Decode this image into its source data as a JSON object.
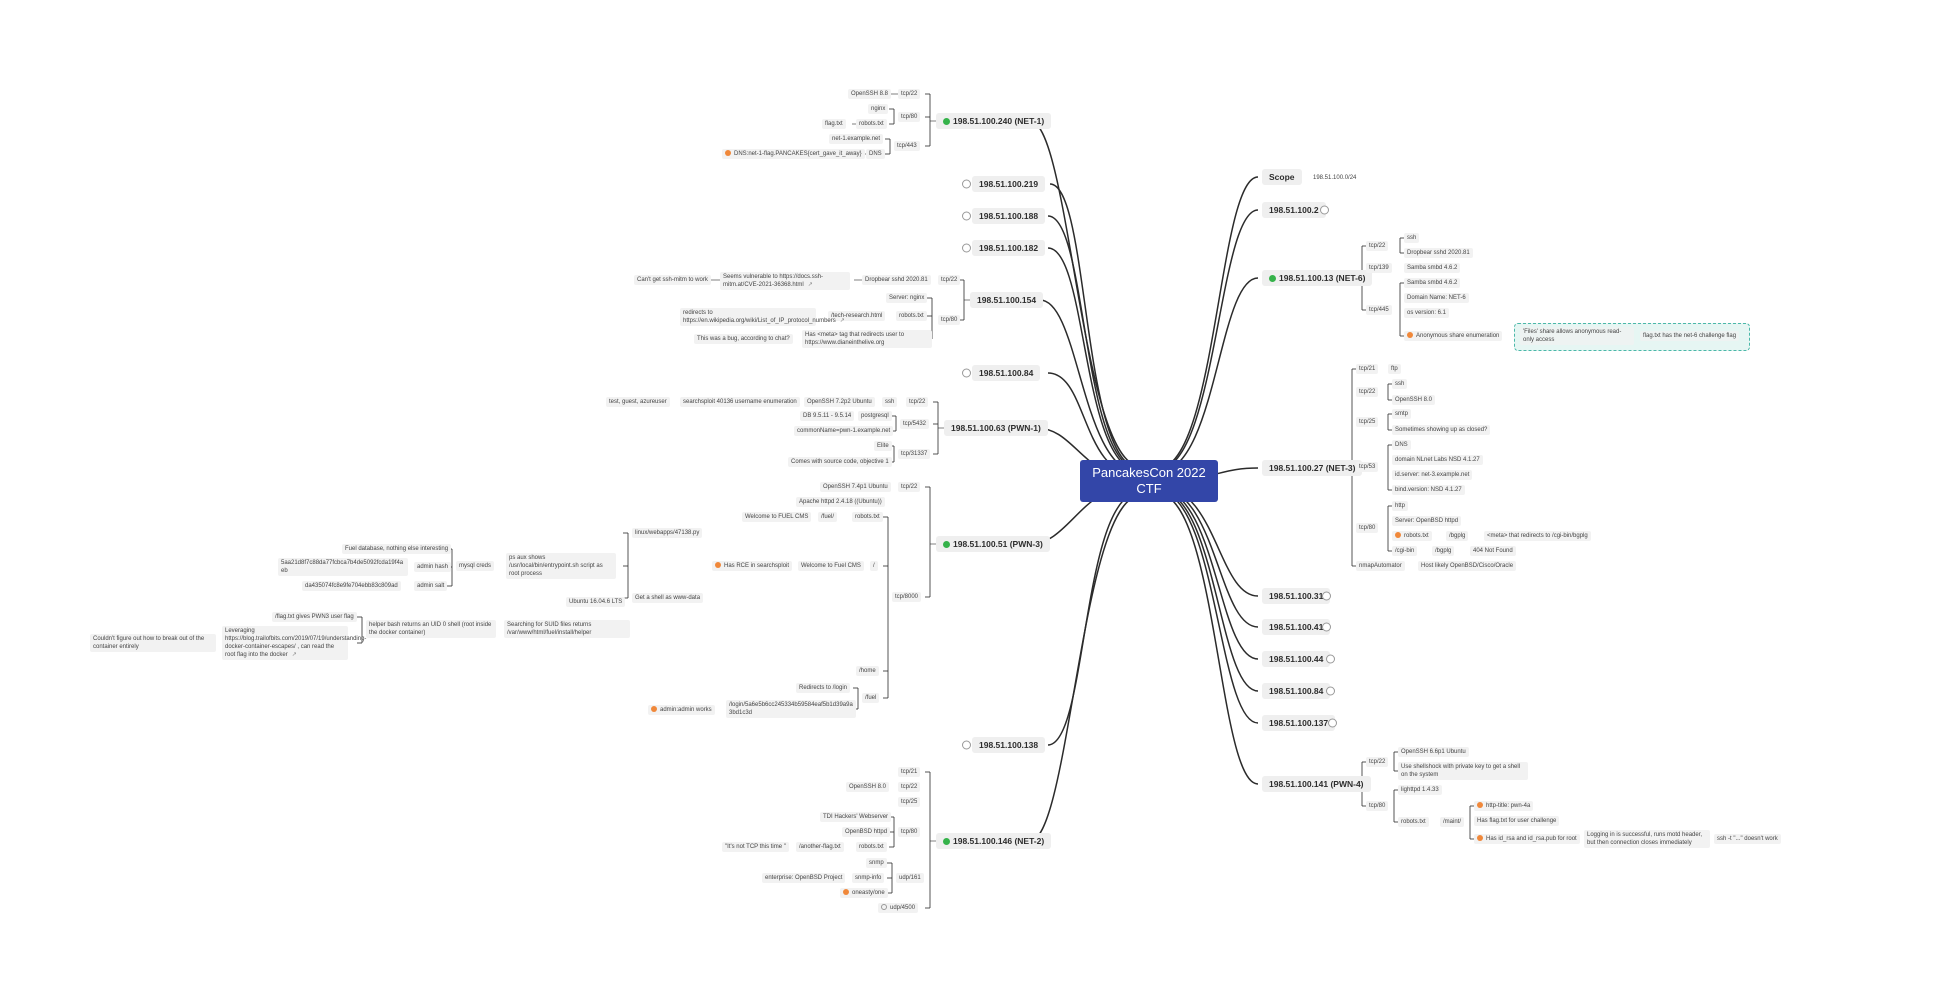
{
  "root": {
    "title": "PancakesCon 2022 CTF"
  },
  "left_hosts": {
    "h240": {
      "label": "198.51.100.240 (NET-1)",
      "status": "green"
    },
    "h219": {
      "label": "198.51.100.219"
    },
    "h188": {
      "label": "198.51.100.188"
    },
    "h182": {
      "label": "198.51.100.182"
    },
    "h154": {
      "label": "198.51.100.154"
    },
    "h84": {
      "label": "198.51.100.84"
    },
    "h63": {
      "label": "198.51.100.63 (PWN-1)"
    },
    "h51": {
      "label": "198.51.100.51 (PWN-3)",
      "status": "green"
    },
    "h138": {
      "label": "198.51.100.138"
    },
    "h146": {
      "label": "198.51.100.146 (NET-2)",
      "status": "green"
    }
  },
  "right_hosts": {
    "scope": {
      "label": "Scope",
      "value": "198.51.100.0/24"
    },
    "h2": {
      "label": "198.51.100.2"
    },
    "h13": {
      "label": "198.51.100.13 (NET-6)",
      "status": "green"
    },
    "h27": {
      "label": "198.51.100.27 (NET-3)"
    },
    "h31": {
      "label": "198.51.100.31"
    },
    "h41": {
      "label": "198.51.100.41"
    },
    "h44": {
      "label": "198.51.100.44"
    },
    "h84r": {
      "label": "198.51.100.84"
    },
    "h137": {
      "label": "198.51.100.137"
    },
    "h141": {
      "label": "198.51.100.141 (PWN-4)"
    }
  },
  "net1": {
    "tcp22": "tcp/22",
    "openssh": "OpenSSH 8.8",
    "tcp80": "tcp/80",
    "nginx": "nginx",
    "robots": "robots.txt",
    "flag": "flag.txt",
    "tcp443": "tcp/443",
    "net1": "net-1.example.net",
    "dns": "DNS",
    "dnsflag": "DNS:net-1-flag.PANCAKES{cert_gave_it_away}"
  },
  "h154": {
    "tcp22": "tcp/22",
    "dropbear": "Dropbear sshd 2020.81",
    "vuln": "Seems vulnerable to https://docs.ssh-mitm.at/CVE-2021-36368.html",
    "cant": "Can't get ssh-mitm to work",
    "tcp80": "tcp/80",
    "server": "Server: nginx",
    "robots": "robots.txt",
    "tech": "/tech-research.html",
    "redirect": "redirects to https://en.wikipedia.org/wiki/List_of_IP_protocol_numbers",
    "meta": "Has <meta> tag that redirects user to https://www.dianeinthelive.org",
    "bug": "This was a bug, according to chat?"
  },
  "pwn1": {
    "tcp22": "tcp/22",
    "ssh": "ssh",
    "openssh": "OpenSSH 7.2p2 Ubuntu",
    "searchsploit": "searchsploit 40136 username enumeration",
    "users": "test, guest, azureuser",
    "tcp5432": "tcp/5432",
    "postgres": "postgresql",
    "db": "DB 9.5.11 - 9.5.14",
    "cn": "commonName=pwn-1.example.net",
    "tcp31337": "tcp/31337",
    "elite": "Elite",
    "source": "Comes with source code, objective 1"
  },
  "pwn3": {
    "tcp22": "tcp/22",
    "openssh": "OpenSSH 7.4p1 Ubuntu",
    "apache": "Apache httpd 2.4.18 ((Ubuntu))",
    "robots": "robots.txt",
    "fuel": "/fuel/",
    "welcome": "Welcome to FUEL CMS",
    "tcp8000": "tcp/8000",
    "slash": "/",
    "welcome2": "Welcome to Fuel CMS",
    "rce": "Has RCE in searchsploit",
    "py": "linux/webapps/47138.py",
    "ps": "ps aux shows /usr/local/bin/entrypoint.sh script as root process",
    "mysql": "mysql creds",
    "db": "Fuel database, nothing else interesting",
    "hash_label": "admin hash",
    "hash": "5aa21d8f7c88da77fcbca7b4de5092fcda19f4aeb",
    "salt_label": "admin salt",
    "salt": "da435074fc8e9fe704ebb83c809ad",
    "ubuntu": "Ubuntu 16.04.6 LTS",
    "shell": "Get a shell as www-data",
    "suid": "Searching for SUID files returns /var/www/html/fuel/install/helper",
    "helper": "helper bash returns an UID 0 shell (root inside the docker container)",
    "flag": "/flag.txt gives PWN3 user flag",
    "leverage": "Leveraging https://blog.trailofbits.com/2019/07/19/understanding-docker-container-escapes/ , can read the root flag into the docker",
    "couldnt": "Couldn't figure out how to break out of the container entirely",
    "home": "/home",
    "fuel2": "/fuel",
    "redir": "Redirects to  /login",
    "login": "/login/5a6e5b6cc245334b59584eaf5b1d39a9a3bd1c3d",
    "admin": "admin:admin works"
  },
  "net2": {
    "tcp21": "tcp/21",
    "tcp22": "tcp/22",
    "openssh": "OpenSSH 8.0",
    "tcp25": "tcp/25",
    "tcp80": "tcp/80",
    "tdi": "TDI Hackers' Webserver",
    "openbsd": "OpenBSD httpd",
    "robots": "robots.txt",
    "another": "/another-flag.txt",
    "nottcp": "\"It's not TCP this time \"",
    "udp161": "udp/161",
    "snmp": "snmp",
    "snmpinfo": "snmp-info",
    "enterprise": "enterprise: OpenBSD Project",
    "oneasty": "oneasty/one",
    "udp4500": "udp/4500"
  },
  "net6": {
    "tcp22": "tcp/22",
    "ssh": "ssh",
    "dropbear": "Dropbear sshd 2020.81",
    "tcp139": "tcp/139",
    "samba": "Samba smbd 4.6.2",
    "tcp445": "tcp/445",
    "samba2": "Samba smbd 4.6.2",
    "domain": "Domain Name: NET-6",
    "os": "os version: 6.1",
    "anon": "Anonymous share enumeration",
    "files": "'Files' share allows anonymous read-only access",
    "flagtxt": "flag.txt has the net-6 challenge flag"
  },
  "net3": {
    "tcp21": "tcp/21",
    "ftp": "ftp",
    "tcp22": "tcp/22",
    "ssh": "ssh",
    "openssh": "OpenSSH 8.0",
    "tcp25": "tcp/25",
    "smtp": "smtp",
    "closed": "Sometimes showing up as closed?",
    "tcp53": "tcp/53",
    "dns": "DNS",
    "nlnet": "domain NLnet Labs NSD 4.1.27",
    "idserver": "id.server: net-3.example.net",
    "bind": "bind.version: NSD 4.1.27",
    "tcp80": "tcp/80",
    "http": "http",
    "server": "Server: OpenBSD httpd",
    "robots": "robots.txt",
    "bgplg": "/bgplg",
    "metaredir": "<meta> that redirects to /cgi-bin/bgplg",
    "cgi": "/cgi-bin",
    "bgplg2": "/bgplg",
    "notfound": "404 Not Found",
    "nmap": "nmapAutomator",
    "likely": "Host likely OpenBSD/Cisco/Oracle"
  },
  "pwn4": {
    "tcp22": "tcp/22",
    "openssh": "OpenSSH 6.6p1 Ubuntu",
    "shellshock": "Use shellshock with private key to get a shell on the system",
    "tcp80": "tcp/80",
    "lighttpd": "lighttpd 1.4.33",
    "robots": "robots.txt",
    "maint": "/maint/",
    "title": "http-title: pwn-4a",
    "userflag": "Has flag.txt for user challenge",
    "idrsa": "Has id_rsa and id_rsa.pub for root",
    "logging": "Logging in is successful, runs motd header, but then connection closes immediately",
    "ssh": "ssh -t \"...\" doesn't work"
  }
}
